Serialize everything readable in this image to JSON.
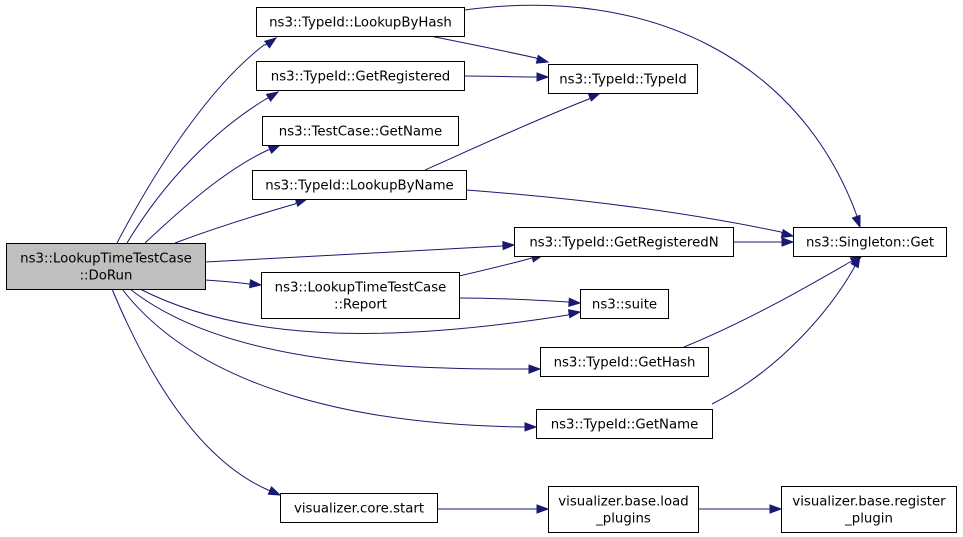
{
  "graph": {
    "nodes": [
      {
        "id": "dorun",
        "name": "node-lookuptimetestcase-dorun",
        "lines": [
          "ns3::LookupTimeTestCase",
          "::DoRun"
        ],
        "root": true
      },
      {
        "id": "lookupbyhash",
        "name": "node-typeid-lookupbyhash",
        "lines": [
          "ns3::TypeId::LookupByHash"
        ]
      },
      {
        "id": "getregistered",
        "name": "node-typeid-getregistered",
        "lines": [
          "ns3::TypeId::GetRegistered"
        ]
      },
      {
        "id": "getname_tc",
        "name": "node-testcase-getname",
        "lines": [
          "ns3::TestCase::GetName"
        ]
      },
      {
        "id": "lookupbyname",
        "name": "node-typeid-lookupbyname",
        "lines": [
          "ns3::TypeId::LookupByName"
        ]
      },
      {
        "id": "typeid",
        "name": "node-typeid-typeid",
        "lines": [
          "ns3::TypeId::TypeId"
        ]
      },
      {
        "id": "getregisteredn",
        "name": "node-typeid-getregisteredn",
        "lines": [
          "ns3::TypeId::GetRegisteredN"
        ]
      },
      {
        "id": "report",
        "name": "node-lookuptimetestcase-report",
        "lines": [
          "ns3::LookupTimeTestCase",
          "::Report"
        ]
      },
      {
        "id": "suite",
        "name": "node-suite",
        "lines": [
          "ns3::suite"
        ]
      },
      {
        "id": "gethash",
        "name": "node-typeid-gethash",
        "lines": [
          "ns3::TypeId::GetHash"
        ]
      },
      {
        "id": "getname_tid",
        "name": "node-typeid-getname",
        "lines": [
          "ns3::TypeId::GetName"
        ]
      },
      {
        "id": "singleton",
        "name": "node-singleton-get",
        "lines": [
          "ns3::Singleton::Get"
        ]
      },
      {
        "id": "vis_start",
        "name": "node-visualizer-core-start",
        "lines": [
          "visualizer.core.start"
        ]
      },
      {
        "id": "vis_load",
        "name": "node-visualizer-base-load-plugins",
        "lines": [
          "visualizer.base.load",
          "_plugins"
        ]
      },
      {
        "id": "vis_register",
        "name": "node-visualizer-base-register-plugin",
        "lines": [
          "visualizer.base.register",
          "_plugin"
        ]
      }
    ],
    "edges": [
      {
        "from": "dorun",
        "to": "lookupbyhash"
      },
      {
        "from": "dorun",
        "to": "getregistered"
      },
      {
        "from": "dorun",
        "to": "getname_tc"
      },
      {
        "from": "dorun",
        "to": "lookupbyname"
      },
      {
        "from": "dorun",
        "to": "getregisteredn"
      },
      {
        "from": "dorun",
        "to": "report"
      },
      {
        "from": "dorun",
        "to": "suite"
      },
      {
        "from": "dorun",
        "to": "gethash"
      },
      {
        "from": "dorun",
        "to": "getname_tid"
      },
      {
        "from": "dorun",
        "to": "vis_start"
      },
      {
        "from": "lookupbyhash",
        "to": "typeid"
      },
      {
        "from": "lookupbyhash",
        "to": "singleton"
      },
      {
        "from": "getregistered",
        "to": "typeid"
      },
      {
        "from": "lookupbyname",
        "to": "typeid"
      },
      {
        "from": "lookupbyname",
        "to": "singleton"
      },
      {
        "from": "getregisteredn",
        "to": "singleton"
      },
      {
        "from": "report",
        "to": "getregisteredn"
      },
      {
        "from": "report",
        "to": "suite"
      },
      {
        "from": "gethash",
        "to": "singleton"
      },
      {
        "from": "getname_tid",
        "to": "singleton"
      },
      {
        "from": "vis_start",
        "to": "vis_load"
      },
      {
        "from": "vis_load",
        "to": "vis_register"
      }
    ],
    "colors": {
      "edge": "#191970",
      "root_fill": "#bfbfbf",
      "node_fill": "#ffffff",
      "node_stroke": "#000000"
    }
  }
}
